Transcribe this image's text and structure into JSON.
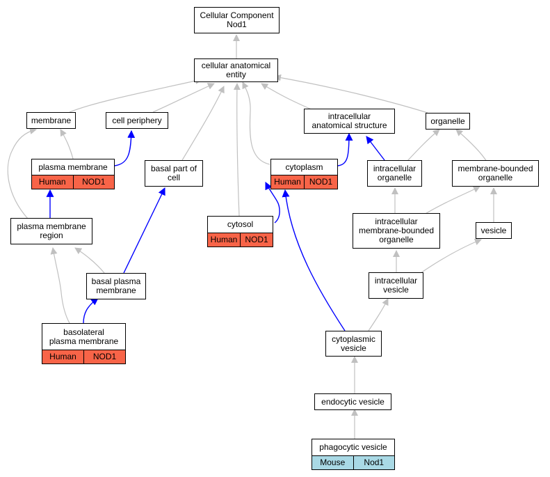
{
  "colors": {
    "human_annotation": "#f86448",
    "mouse_annotation": "#a9d9e5",
    "direct_edge": "#0000ff",
    "inferred_edge": "#c0c0c0"
  },
  "nodes": {
    "root": "Cellular Component\nNod1",
    "cae": "cellular anatomical\nentity",
    "membrane": "membrane",
    "cell_periphery": "cell periphery",
    "ias": "intracellular\nanatomical structure",
    "organelle": "organelle",
    "plasma_membrane": "plasma membrane",
    "basal_part": "basal part of\ncell",
    "cytoplasm": "cytoplasm",
    "intra_organelle": "intracellular\norganelle",
    "mb_organelle": "membrane-bounded\norganelle",
    "pm_region": "plasma membrane\nregion",
    "cytosol": "cytosol",
    "intra_mb_organelle": "intracellular\nmembrane-bounded\norganelle",
    "vesicle": "vesicle",
    "basal_pm": "basal plasma\nmembrane",
    "intra_vesicle": "intracellular\nvesicle",
    "basolateral_pm": "basolateral\nplasma membrane",
    "cyto_vesicle": "cytoplasmic\nvesicle",
    "endocytic_vesicle": "endocytic vesicle",
    "phagocytic_vesicle": "phagocytic vesicle"
  },
  "annotations": {
    "plasma_membrane": [
      "Human",
      "NOD1"
    ],
    "cytoplasm": [
      "Human",
      "NOD1"
    ],
    "cytosol": [
      "Human",
      "NOD1"
    ],
    "basolateral_pm": [
      "Human",
      "NOD1"
    ],
    "phagocytic_vesicle": [
      "Mouse",
      "Nod1"
    ]
  }
}
